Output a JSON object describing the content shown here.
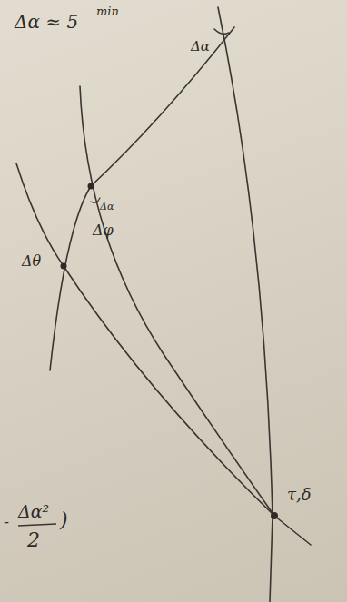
{
  "diagram": {
    "labels": [
      "Δα ≈ 5",
      "min",
      "Δα",
      "Δα",
      "Δθ",
      "Δφ",
      "τ,δ",
      "-",
      "Δα²",
      "2",
      ")"
    ]
  }
}
